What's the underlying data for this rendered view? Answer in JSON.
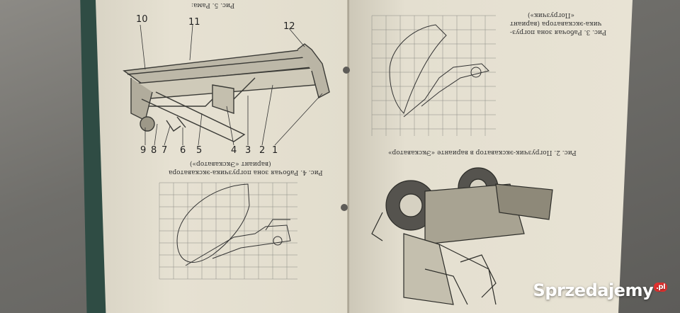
{
  "left_page": {
    "top_caption": "Рис. 5. Рама:",
    "figure_caption_line1": "Рис. 4. Рабочая зона погрузчика-экскаватора",
    "figure_caption_line2": "(вариант «Экскаватор»)",
    "callout_top": [
      "10",
      "11",
      "12"
    ],
    "callout_bottom": [
      "9",
      "8",
      "7",
      "6",
      "5",
      "4",
      "3",
      "2",
      "1"
    ]
  },
  "right_page": {
    "figure3_caption_line1": "Рис. 3. Рабочая зона погруз-",
    "figure3_caption_line2": "чика-экскаватора (вариант",
    "figure3_caption_line3": "«Погрузчик»)",
    "figure2_caption": "Рис. 2. Погрузчик-экскаватор в варианте «Экскаватор»"
  },
  "watermark": {
    "brand": "Sprzedajemy",
    "tld": ".pl"
  }
}
